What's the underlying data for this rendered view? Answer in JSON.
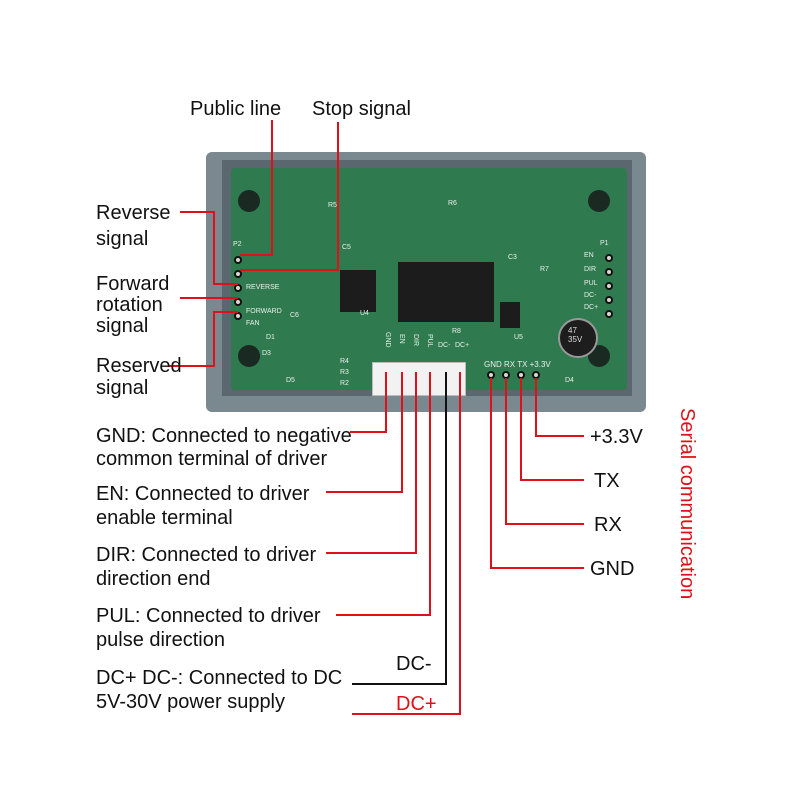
{
  "labels": {
    "public_line": "Public line",
    "stop_signal": "Stop signal",
    "reverse_1": "Reverse",
    "reverse_2": "signal",
    "forward_1": "Forward",
    "forward_2": "rotation",
    "forward_3": "signal",
    "reserved_1": "Reserved",
    "reserved_2": "signal",
    "gnd_1": "GND: Connected to negative",
    "gnd_2": "common terminal of driver",
    "en_1": "EN: Connected to driver",
    "en_2": "enable terminal",
    "dir_1": "DIR: Connected to driver",
    "dir_2": "direction end",
    "pul_1": "PUL: Connected to driver",
    "pul_2": "pulse direction",
    "dc_1": "DC+ DC-: Connected to DC",
    "dc_2": "5V-30V power supply",
    "dc_minus": "DC-",
    "dc_plus": "DC+",
    "serial_33v": "+3.3V",
    "serial_tx": "TX",
    "serial_rx": "RX",
    "serial_gnd": "GND",
    "serial_title": "Serial communication"
  },
  "board_silkscreen": {
    "p2": "P2",
    "p1": "P1",
    "reverse": "REVERSE",
    "forward": "FORWARD",
    "fan": "FAN",
    "r5": "R5",
    "r6": "R6",
    "c5": "C5",
    "c6": "C6",
    "c3": "C3",
    "r7": "R7",
    "u4": "U4",
    "u5": "U5",
    "r4": "R4",
    "r3": "R3",
    "r2": "R2",
    "d1": "D1",
    "d3": "D3",
    "d5": "D5",
    "d4": "D4",
    "r8": "R8",
    "gnd_pin": "GND",
    "en_pin": "EN",
    "dir_pin": "DIR",
    "pul_pin": "PUL",
    "dcm_pin": "DC-",
    "dcp_pin": "DC+",
    "serial_header": "GND RX TX +3.3V",
    "p1_en": "EN",
    "p1_dir": "DIR",
    "p1_pul": "PUL",
    "p1_dcm": "DC-",
    "p1_dcp": "DC+",
    "capacitor": "47\n35V"
  },
  "colors": {
    "leader_line": "#e0101a",
    "pcb": "#2f7a4e",
    "case": "#7a8890"
  }
}
